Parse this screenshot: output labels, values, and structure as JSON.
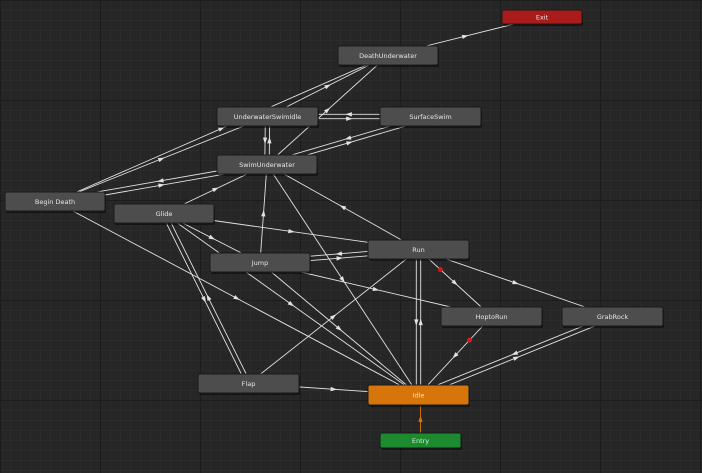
{
  "colors": {
    "node_default": "#4d4d4d",
    "node_idle": "#d6760a",
    "node_entry": "#1c8a2e",
    "node_exit": "#aa1c1c",
    "edge": "#e2e2e2",
    "entry_edge": "#d6760a",
    "breakpoint": "#e01818"
  },
  "states": [
    {
      "id": "exit",
      "label": "Exit",
      "kind": "exit"
    },
    {
      "id": "death_underwater",
      "label": "DeathUnderwater",
      "kind": "default"
    },
    {
      "id": "underwater_swim_idle",
      "label": "UnderwaterSwimIdle",
      "kind": "default"
    },
    {
      "id": "surface_swim",
      "label": "SurfaceSwim",
      "kind": "default"
    },
    {
      "id": "swim_underwater",
      "label": "SwimUnderwater",
      "kind": "default"
    },
    {
      "id": "begin_death",
      "label": "Begin Death",
      "kind": "default"
    },
    {
      "id": "glide",
      "label": "Glide",
      "kind": "default"
    },
    {
      "id": "run",
      "label": "Run",
      "kind": "default"
    },
    {
      "id": "jump",
      "label": "Jump",
      "kind": "default"
    },
    {
      "id": "hop_to_run",
      "label": "HoptoRun",
      "kind": "default"
    },
    {
      "id": "grab_rock",
      "label": "GrabRock",
      "kind": "default"
    },
    {
      "id": "flap",
      "label": "Flap",
      "kind": "default"
    },
    {
      "id": "idle",
      "label": "Idle",
      "kind": "idle"
    },
    {
      "id": "entry",
      "label": "Entry",
      "kind": "entry"
    }
  ],
  "transitions": [
    {
      "from": "death_underwater",
      "to": "exit"
    },
    {
      "from": "underwater_swim_idle",
      "to": "death_underwater"
    },
    {
      "from": "swim_underwater",
      "to": "death_underwater"
    },
    {
      "from": "underwater_swim_idle",
      "to": "surface_swim"
    },
    {
      "from": "surface_swim",
      "to": "underwater_swim_idle"
    },
    {
      "from": "swim_underwater",
      "to": "surface_swim"
    },
    {
      "from": "surface_swim",
      "to": "swim_underwater"
    },
    {
      "from": "underwater_swim_idle",
      "to": "swim_underwater"
    },
    {
      "from": "swim_underwater",
      "to": "underwater_swim_idle"
    },
    {
      "from": "begin_death",
      "to": "underwater_swim_idle"
    },
    {
      "from": "begin_death",
      "to": "swim_underwater"
    },
    {
      "from": "begin_death",
      "to": "death_underwater"
    },
    {
      "from": "swim_underwater",
      "to": "begin_death"
    },
    {
      "from": "glide",
      "to": "swim_underwater"
    },
    {
      "from": "run",
      "to": "swim_underwater"
    },
    {
      "from": "swim_underwater",
      "to": "idle"
    },
    {
      "from": "glide",
      "to": "run"
    },
    {
      "from": "glide",
      "to": "idle"
    },
    {
      "from": "glide",
      "to": "flap"
    },
    {
      "from": "glide",
      "to": "jump"
    },
    {
      "from": "jump",
      "to": "run"
    },
    {
      "from": "run",
      "to": "jump"
    },
    {
      "from": "jump",
      "to": "swim_underwater"
    },
    {
      "from": "jump",
      "to": "idle"
    },
    {
      "from": "jump",
      "to": "hop_to_run"
    },
    {
      "from": "run",
      "to": "idle"
    },
    {
      "from": "idle",
      "to": "run"
    },
    {
      "from": "run",
      "to": "hop_to_run",
      "breakpoint": true
    },
    {
      "from": "run",
      "to": "grab_rock"
    },
    {
      "from": "hop_to_run",
      "to": "idle",
      "breakpoint": true
    },
    {
      "from": "grab_rock",
      "to": "idle"
    },
    {
      "from": "idle",
      "to": "grab_rock"
    },
    {
      "from": "flap",
      "to": "idle"
    },
    {
      "from": "flap",
      "to": "run"
    },
    {
      "from": "flap",
      "to": "glide"
    },
    {
      "from": "begin_death",
      "to": "idle"
    },
    {
      "from": "entry",
      "to": "idle",
      "kind": "entry"
    }
  ]
}
